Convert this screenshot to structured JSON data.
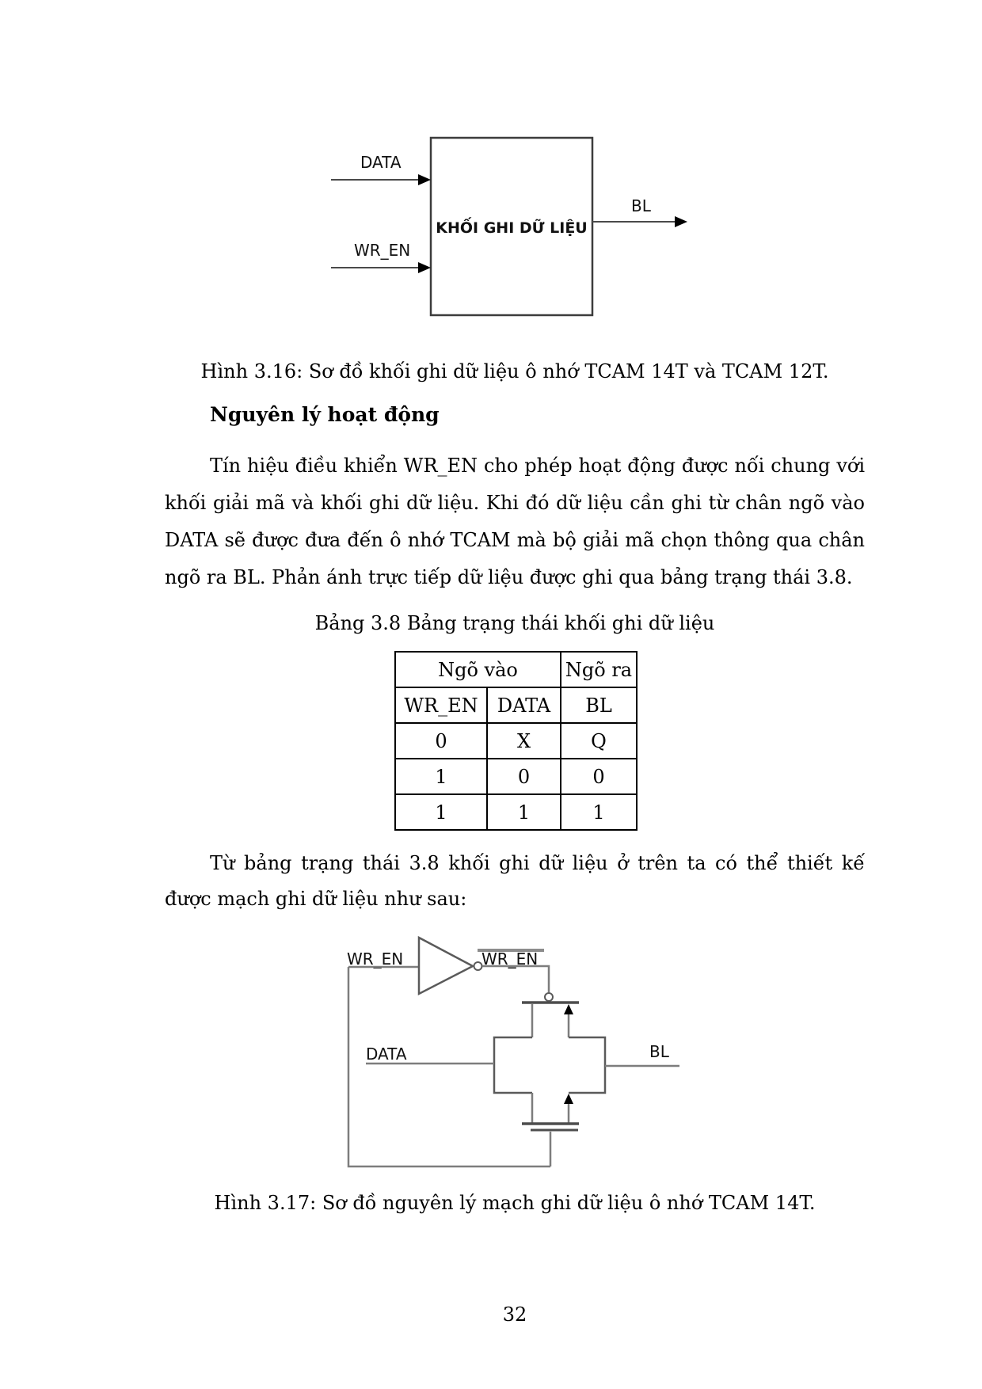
{
  "page": {
    "number": "32"
  },
  "figure316": {
    "caption": "Hình 3.16: Sơ đồ khối ghi dữ liệu ô nhớ TCAM 14T và TCAM 12T.",
    "block_label": "KHỐI GHI DỮ LIỆU",
    "input_data": "DATA",
    "input_wr_en": "WR_EN",
    "output_bl": "BL"
  },
  "section": {
    "heading": "Nguyên lý hoạt động",
    "para1": "Tín hiệu điều khiển WR_EN cho phép hoạt động được nối chung với khối giải mã và khối ghi dữ liệu. Khi đó dữ liệu cần ghi từ chân ngõ vào DATA sẽ được đưa đến ô nhớ TCAM mà bộ giải mã chọn thông qua chân ngõ ra BL. Phản ánh trực tiếp dữ liệu được ghi qua bảng trạng thái 3.8.",
    "para2": "Từ bảng trạng thái 3.8 khối ghi dữ liệu ở trên ta có thể thiết kế được mạch ghi dữ liệu như sau:"
  },
  "table38": {
    "caption": "Bảng 3.8 Bảng trạng thái khối ghi dữ liệu",
    "group_headers": {
      "inputs": "Ngõ vào",
      "outputs": "Ngõ ra"
    },
    "col_headers": [
      "WR_EN",
      "DATA",
      "BL"
    ],
    "rows": [
      [
        "0",
        "X",
        "Q"
      ],
      [
        "1",
        "0",
        "0"
      ],
      [
        "1",
        "1",
        "1"
      ]
    ]
  },
  "figure317": {
    "caption": "Hình 3.17: Sơ đồ nguyên lý mạch ghi dữ liệu ô nhớ TCAM 14T.",
    "label_wr_en": "WR_EN",
    "label_wr_en_bar": "WR_EN",
    "label_data": "DATA",
    "label_bl": "BL"
  },
  "colors": {
    "wire_gray": "#7d7d7d",
    "diagram_dark": "#4a4a4a",
    "text_black": "#000000"
  }
}
